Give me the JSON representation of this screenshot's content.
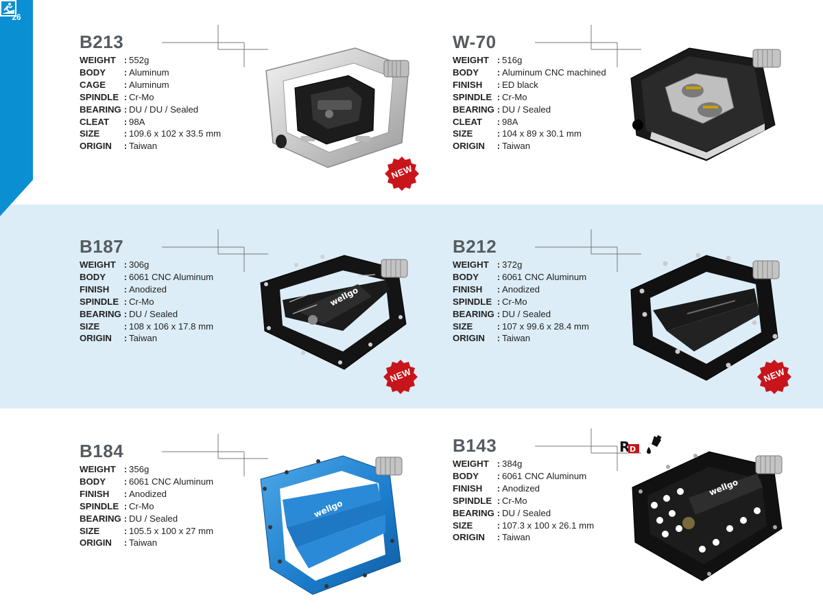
{
  "page": {
    "number": "26",
    "accent_color": "#0a8fd3",
    "band_color": "#dcedf7",
    "badge_color": "#c8141b"
  },
  "labels": {
    "new": "NEW",
    "colon": ":"
  },
  "products": [
    {
      "model": "B213",
      "new": true,
      "pedal_color": "silver",
      "specs": [
        {
          "key": "WEIGHT",
          "value": "552g"
        },
        {
          "key": "BODY",
          "value": "Aluminum"
        },
        {
          "key": "CAGE",
          "value": "Aluminum"
        },
        {
          "key": "SPINDLE",
          "value": "Cr-Mo"
        },
        {
          "key": "BEARING",
          "value": "DU / DU / Sealed"
        },
        {
          "key": "CLEAT",
          "value": "98A"
        },
        {
          "key": "SIZE",
          "value": "109.6 x 102 x 33.5 mm"
        },
        {
          "key": "ORIGIN",
          "value": "Taiwan"
        }
      ]
    },
    {
      "model": "W-70",
      "new": false,
      "pedal_color": "black",
      "specs": [
        {
          "key": "WEIGHT",
          "value": "516g"
        },
        {
          "key": "BODY",
          "value": "Aluminum CNC machined"
        },
        {
          "key": "FINISH",
          "value": "ED black"
        },
        {
          "key": "SPINDLE",
          "value": "Cr-Mo"
        },
        {
          "key": "BEARING",
          "value": "DU / Sealed"
        },
        {
          "key": "CLEAT",
          "value": "98A"
        },
        {
          "key": "SIZE",
          "value": "104 x 89 x 30.1 mm"
        },
        {
          "key": "ORIGIN",
          "value": "Taiwan"
        }
      ]
    },
    {
      "model": "B187",
      "new": true,
      "pedal_color": "black",
      "pedal_text": "wellgo",
      "specs": [
        {
          "key": "WEIGHT",
          "value": "306g"
        },
        {
          "key": "BODY",
          "value": "6061 CNC Aluminum"
        },
        {
          "key": "FINISH",
          "value": "Anodized"
        },
        {
          "key": "SPINDLE",
          "value": "Cr-Mo"
        },
        {
          "key": "BEARING",
          "value": "DU / Sealed"
        },
        {
          "key": "SIZE",
          "value": "108 x 106 x 17.8 mm"
        },
        {
          "key": "ORIGIN",
          "value": "Taiwan"
        }
      ]
    },
    {
      "model": "B212",
      "new": true,
      "pedal_color": "black",
      "specs": [
        {
          "key": "WEIGHT",
          "value": "372g"
        },
        {
          "key": "BODY",
          "value": "6061 CNC Aluminum"
        },
        {
          "key": "FINISH",
          "value": "Anodized"
        },
        {
          "key": "SPINDLE",
          "value": "Cr-Mo"
        },
        {
          "key": "BEARING",
          "value": "DU / Sealed"
        },
        {
          "key": "SIZE",
          "value": "107 x 99.6 x 28.4 mm"
        },
        {
          "key": "ORIGIN",
          "value": "Taiwan"
        }
      ]
    },
    {
      "model": "B184",
      "new": false,
      "pedal_color": "blue",
      "pedal_text": "wellgo",
      "specs": [
        {
          "key": "WEIGHT",
          "value": "356g"
        },
        {
          "key": "BODY",
          "value": "6061 CNC Aluminum"
        },
        {
          "key": "FINISH",
          "value": "Anodized"
        },
        {
          "key": "SPINDLE",
          "value": "Cr-Mo"
        },
        {
          "key": "BEARING",
          "value": "DU / Sealed"
        },
        {
          "key": "SIZE",
          "value": "105.5 x 100 x 27 mm"
        },
        {
          "key": "ORIGIN",
          "value": "Taiwan"
        }
      ]
    },
    {
      "model": "B143",
      "new": false,
      "pedal_color": "black",
      "pedal_text": "wellgo",
      "icons": [
        "rd-icon",
        "oil-drop-icon"
      ],
      "specs": [
        {
          "key": "WEIGHT",
          "value": "384g"
        },
        {
          "key": "BODY",
          "value": "6061 CNC Aluminum"
        },
        {
          "key": "FINISH",
          "value": "Anodized"
        },
        {
          "key": "SPINDLE",
          "value": "Cr-Mo"
        },
        {
          "key": "BEARING",
          "value": "DU / Sealed"
        },
        {
          "key": "SIZE",
          "value": "107.3 x 100 x 26.1 mm"
        },
        {
          "key": "ORIGIN",
          "value": "Taiwan"
        }
      ]
    }
  ]
}
